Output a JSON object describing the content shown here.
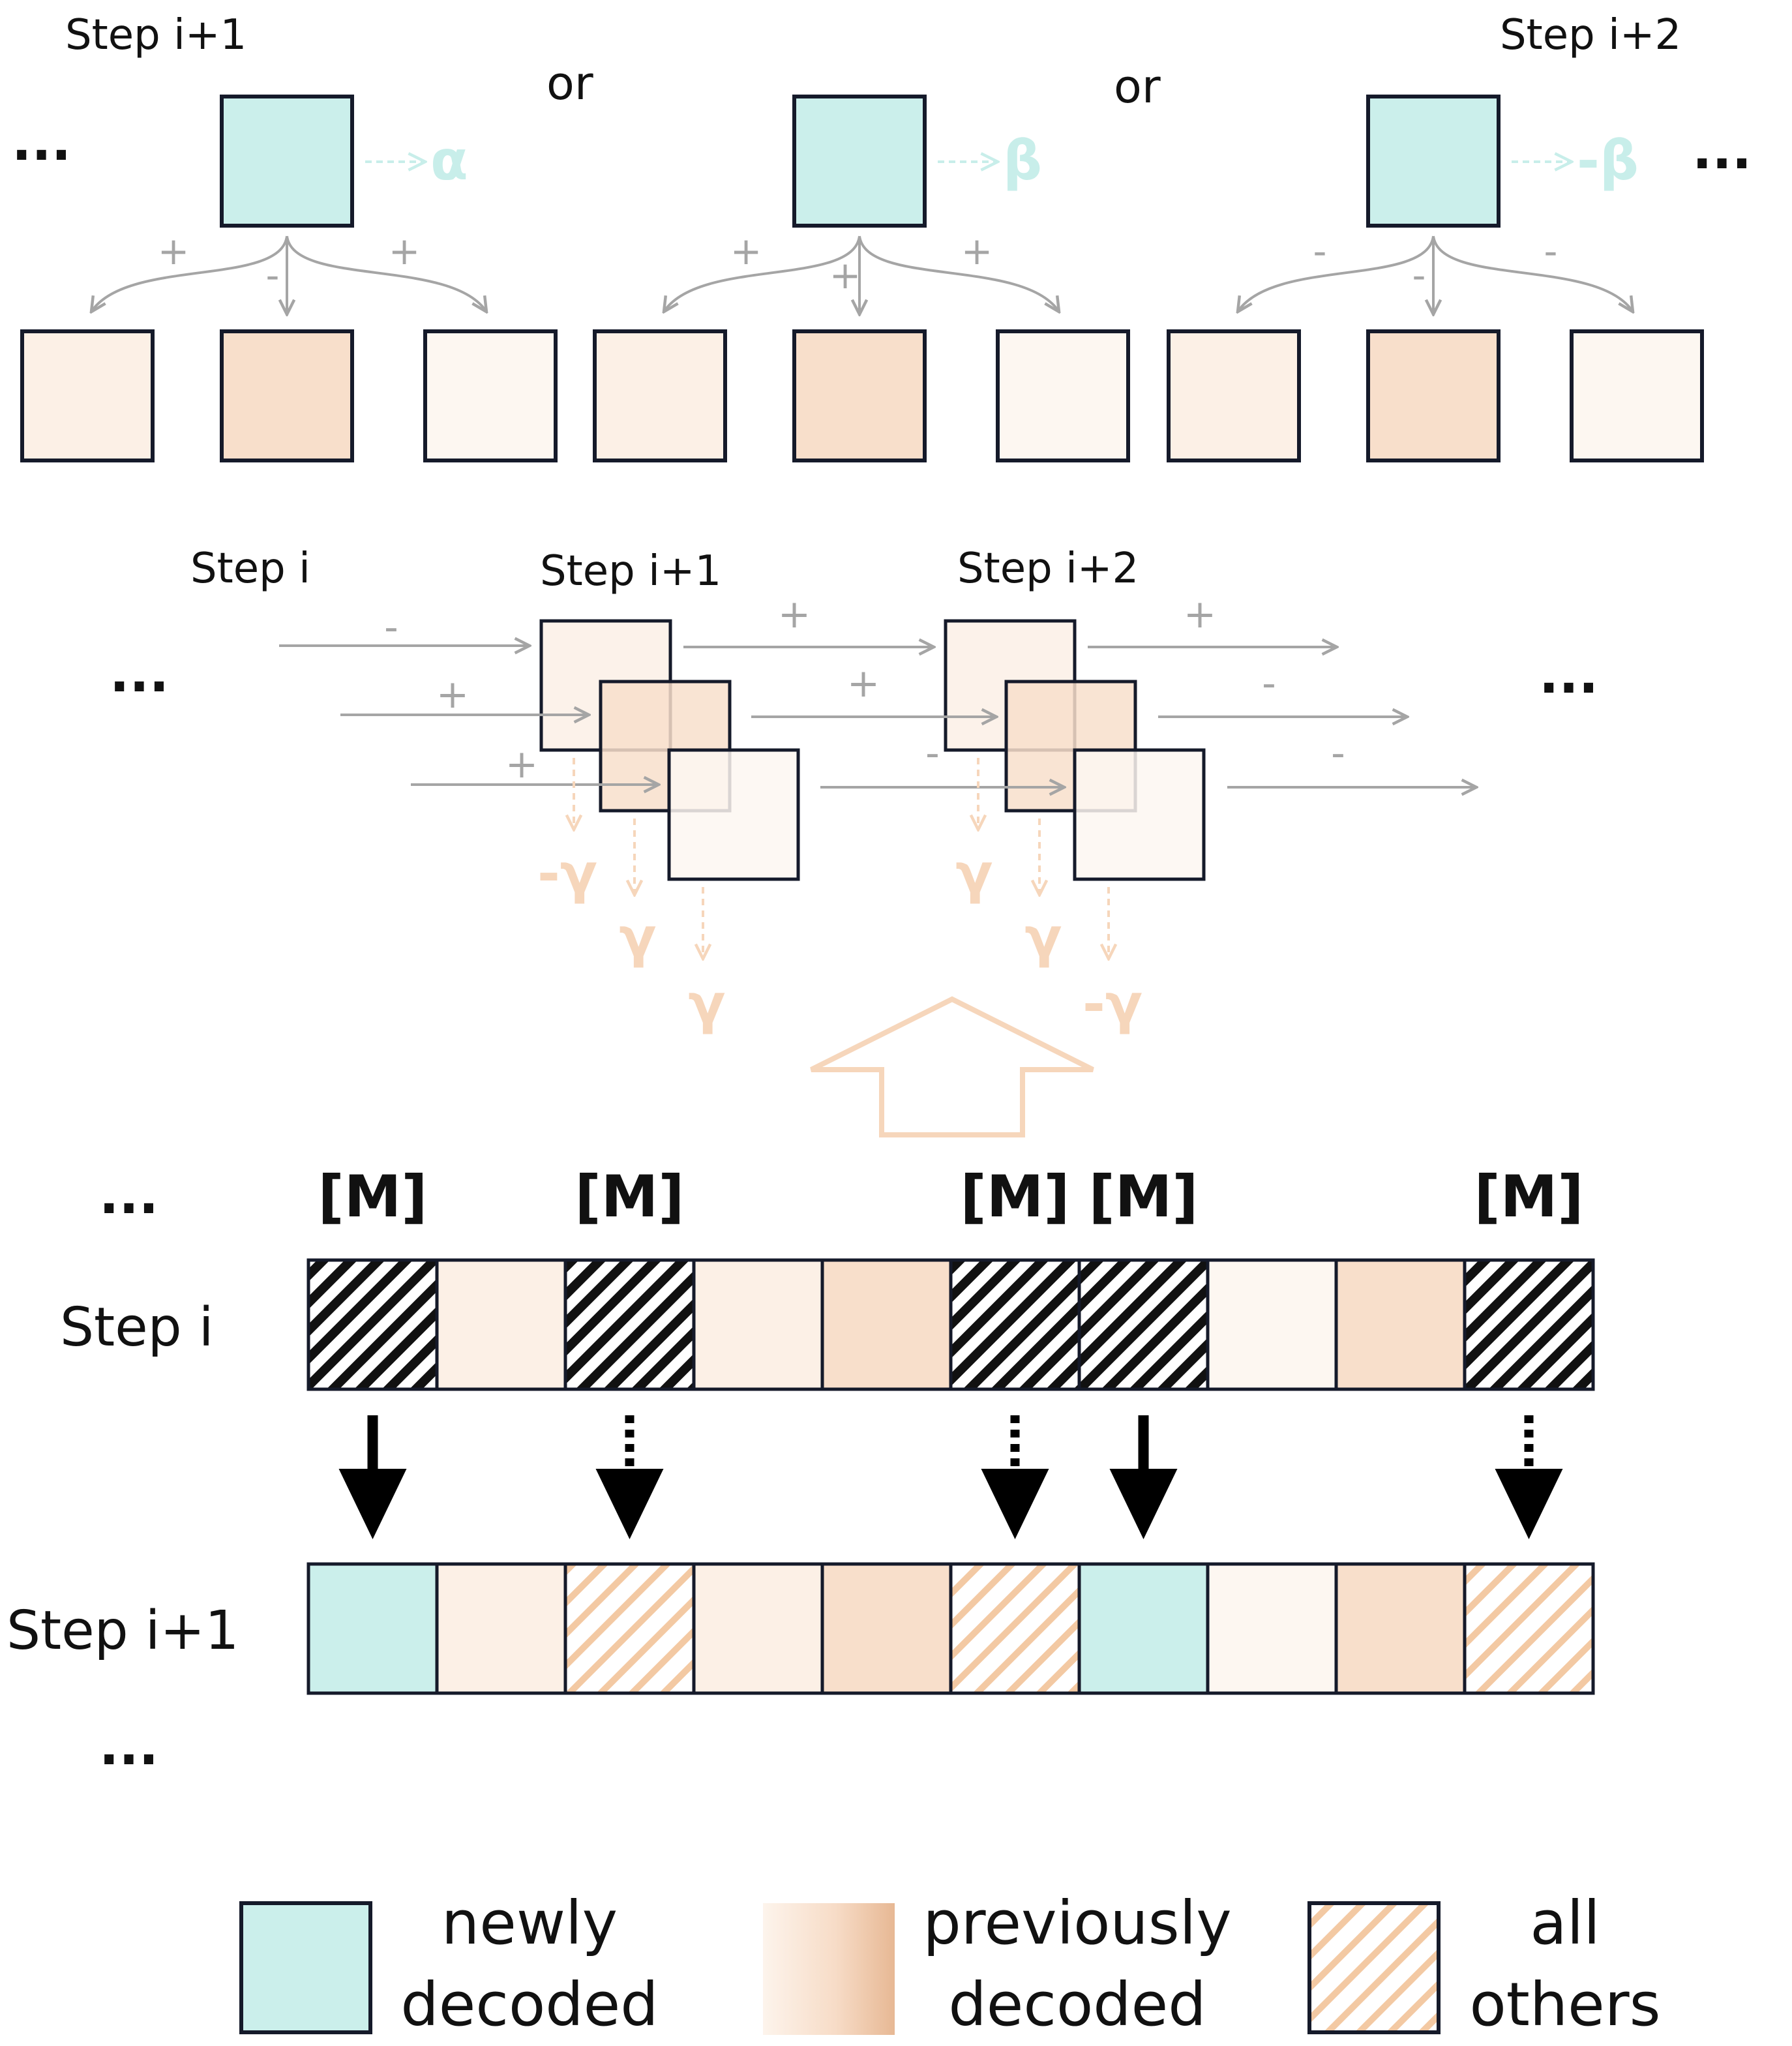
{
  "colors": {
    "newly": "#cbefeb",
    "prev_light": "#fcf0e6",
    "prev_mid": "#f8dfcb",
    "prev_pale": "#fdf7f1",
    "outline": "#151a2a",
    "gray_arrow": "#a5a5a5",
    "teal_label": "#c8eeea",
    "peach_label": "#f6d6bb",
    "hatch_peach": "#f3c9a3"
  },
  "top_panel": {
    "step_left": "Step i+1",
    "step_right": "Step i+2",
    "or_1": "or",
    "or_2": "or",
    "ellipsis_left": "...",
    "ellipsis_right": "...",
    "groups": [
      {
        "weight": "α",
        "signs": [
          "+",
          "-",
          "+"
        ]
      },
      {
        "weight": "β",
        "signs": [
          "+",
          "+",
          "+"
        ]
      },
      {
        "weight": "-β",
        "signs": [
          "-",
          "-",
          "-"
        ]
      }
    ]
  },
  "middle_panel": {
    "step_a": "Step i",
    "step_b": "Step i+1",
    "step_c": "Step i+2",
    "ellipsis_left": "...",
    "ellipsis_right": "...",
    "signs_into_b": [
      "-",
      "+",
      "+"
    ],
    "signs_into_c": [
      "+",
      "+",
      "-"
    ],
    "signs_out_c": [
      "+",
      "-",
      "-"
    ],
    "gamma_b": [
      "-γ",
      "γ",
      "γ"
    ],
    "gamma_c": [
      "γ",
      "γ",
      "-γ"
    ]
  },
  "bottom_panel": {
    "ellipsis_top": "...",
    "ellipsis_bottom": "...",
    "row_i_label": "Step i",
    "row_i1_label": "Step i+1",
    "mask_token": "[M]",
    "mask_positions": [
      0,
      2,
      5,
      6,
      9
    ],
    "row_i": [
      "mask",
      "prev_light",
      "mask",
      "prev_light",
      "prev_mid",
      "mask",
      "mask",
      "prev_pale",
      "prev_mid",
      "mask"
    ],
    "row_i1": [
      "newly",
      "prev_light",
      "hatch",
      "prev_light",
      "prev_mid",
      "hatch",
      "newly",
      "prev_pale",
      "prev_mid",
      "hatch"
    ],
    "transitions": [
      {
        "col": 0,
        "style": "solid"
      },
      {
        "col": 2,
        "style": "dotted"
      },
      {
        "col": 5,
        "style": "dotted"
      },
      {
        "col": 6,
        "style": "solid"
      },
      {
        "col": 9,
        "style": "dotted"
      }
    ]
  },
  "legend": {
    "newly_l1": "newly",
    "newly_l2": "decoded",
    "prev_l1": "previously",
    "prev_l2": "decoded",
    "all_l1": "all",
    "all_l2": "others"
  }
}
